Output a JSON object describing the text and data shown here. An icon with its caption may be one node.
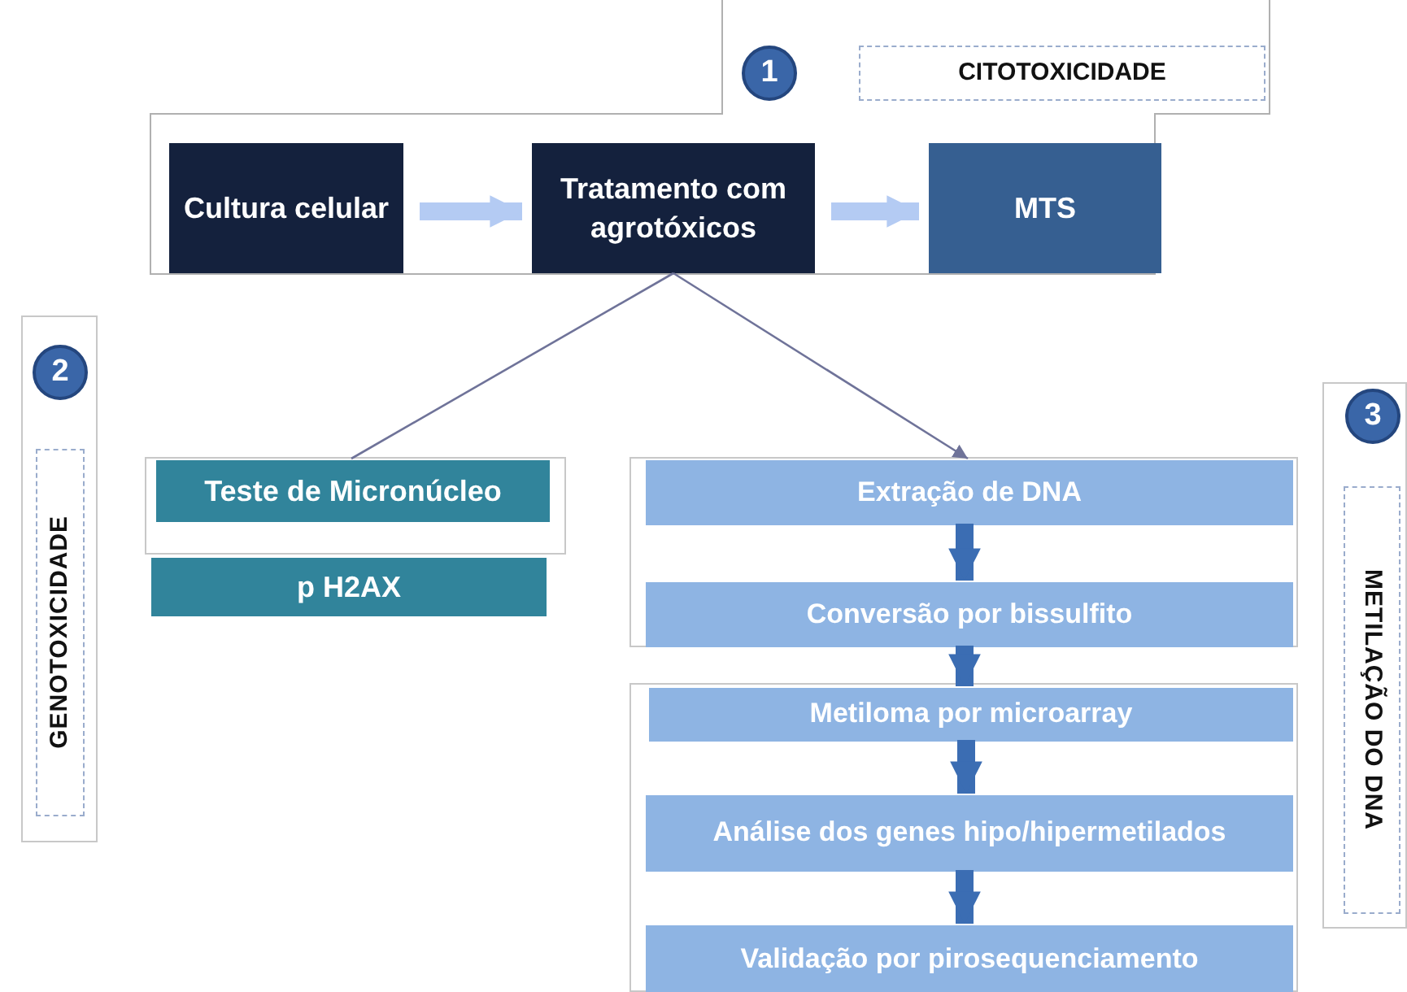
{
  "diagram": {
    "nodes": [
      {
        "text": [],
        "shape": "box"
      },
      {
        "text": [
          "1"
        ],
        "in": 0
      },
      {
        "text": [
          "CITOTOXICIDADE"
        ],
        "in": 0
      },
      {
        "text": [
          "Cultura celular"
        ],
        "in": 0
      },
      {
        "text": [
          "Tratamento com agrotóxicos"
        ],
        "in": 0
      },
      {
        "text": [
          "MTS"
        ],
        "in": 0
      },
      {
        "text": [],
        "shape": "box"
      },
      {
        "text": [
          "2"
        ],
        "in": 6
      },
      {
        "text": [
          "GENOTOXICIDADE"
        ],
        "in": 6
      },
      {
        "text": [],
        "shape": "box"
      },
      {
        "text": [
          "Teste de Micronúcleo"
        ],
        "in": 9
      },
      {
        "text": [
          "p H2AX"
        ]
      },
      {
        "text": [],
        "shape": "box"
      },
      {
        "text": [
          "Extração de DNA"
        ],
        "in": 12
      },
      {
        "text": [
          "Conversão por bissulfito"
        ],
        "in": 12
      },
      {
        "text": [],
        "shape": "box"
      },
      {
        "text": [
          "Metiloma por microarray"
        ],
        "in": 15
      },
      {
        "text": [
          "Análise dos genes hipo/hipermetilados"
        ],
        "in": 15
      },
      {
        "text": [
          "Validação por pirosequenciamento"
        ],
        "in": 15
      },
      {
        "text": [],
        "shape": "box"
      },
      {
        "text": [
          "3"
        ],
        "in": 19
      },
      {
        "text": [
          "METILAÇÃO DO DNA"
        ],
        "in": 19
      }
    ],
    "edges": [
      {
        "from": 3,
        "to": 4,
        "arrow": "to",
        "color": "#b4cbf3"
      },
      {
        "from": 4,
        "to": 5,
        "arrow": "to",
        "color": "#b4cbf3"
      },
      {
        "from": 4,
        "to": 10,
        "arrow": "none",
        "color": "#6f7399"
      },
      {
        "from": 4,
        "to": 13,
        "arrow": "to",
        "color": "#6f7399"
      },
      {
        "from": 13,
        "to": 14,
        "arrow": "to"
      },
      {
        "from": 14,
        "to": 16,
        "arrow": "to"
      },
      {
        "from": 16,
        "to": 17,
        "arrow": "to"
      },
      {
        "from": 17,
        "to": 18,
        "arrow": "to"
      }
    ]
  }
}
